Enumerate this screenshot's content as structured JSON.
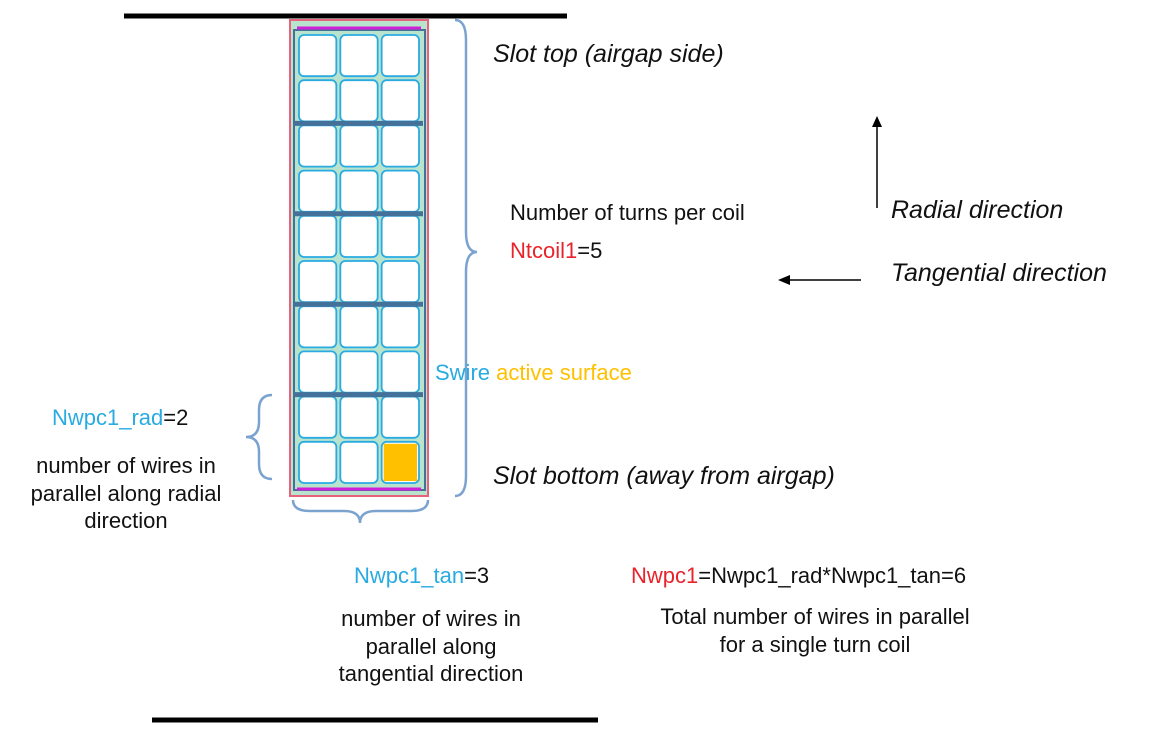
{
  "labels": {
    "slot_top": "Slot top (airgap side)",
    "slot_bottom": "Slot bottom (away from airgap)",
    "radial_direction": "Radial direction",
    "tangential_direction": "Tangential direction",
    "turns_caption": "Number of turns per coil",
    "ntcoil_var": "Ntcoil1",
    "ntcoil_value": "=5",
    "swire_var": "Swire",
    "swire_desc": "active surface",
    "nwpc_rad_var": "Nwpc1_rad",
    "nwpc_rad_value": "=2",
    "nwpc_rad_desc": [
      "number of wires in",
      "parallel along radial",
      "direction"
    ],
    "nwpc_tan_var": "Nwpc1_tan",
    "nwpc_tan_value": "=3",
    "nwpc_tan_desc": [
      "number of wires in",
      "parallel along",
      "tangential direction"
    ],
    "nwpc_var": "Nwpc1",
    "nwpc_formula": "=Nwpc1_rad*Nwpc1_tan=6",
    "nwpc_desc": [
      "Total number of wires in parallel",
      "for a single turn coil"
    ]
  },
  "slot": {
    "turns": 5,
    "wires_radial": 2,
    "wires_tangential": 3,
    "active_wire": {
      "turn": 4,
      "row": 1,
      "col": 2
    }
  },
  "colors": {
    "red_var": "#e8232b",
    "blue_var": "#29abe2",
    "active_surface": "#ffc000",
    "cell_border": "#29abe2",
    "separator": "#44719a",
    "slot_fill": "#b8e3cd",
    "slot_outline": "#e7627a",
    "insulation": "#d020d8",
    "brace": "#7ba3cf"
  }
}
